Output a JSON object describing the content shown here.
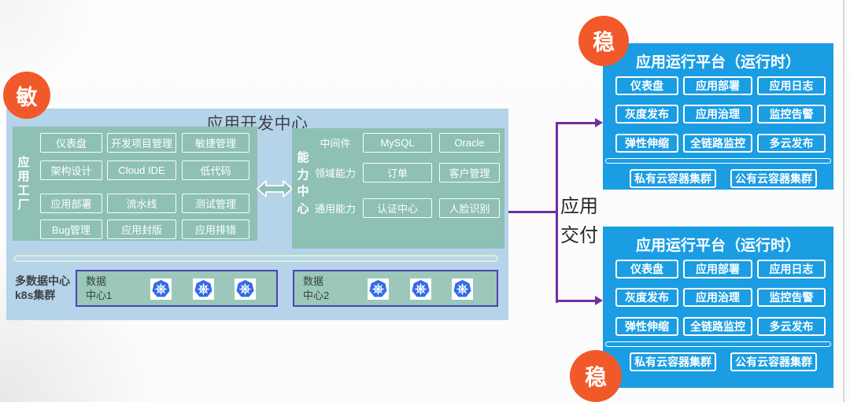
{
  "colors": {
    "dev_panel_bg": "#b5d3e9",
    "teal_box_bg": "#8ec0b5",
    "cluster_box_bg": "#9cc7bb",
    "cluster_box_border": "#4c43ae",
    "runtime_panel_bg": "#1a9de3",
    "badge_orange": "#f1592a",
    "connector_purple": "#7030a0",
    "divider_green": "#d9eed8",
    "kubernetes_blue": "#326ce5"
  },
  "badges": {
    "agile": "敏",
    "stable_top": "稳",
    "stable_bottom": "稳"
  },
  "dev_center": {
    "title": "应用开发中心",
    "factory": {
      "label": "应用工厂",
      "buttons": [
        "仪表盘",
        "开发项目管理",
        "敏捷管理",
        "架构设计",
        "Cloud IDE",
        "低代码",
        "应用部署",
        "流水线",
        "测试管理",
        "Bug管理",
        "应用封版",
        "应用排错"
      ]
    },
    "capability": {
      "label": "能力中心",
      "rows": [
        {
          "label": "中间件",
          "buttons": [
            "MySQL",
            "Oracle"
          ]
        },
        {
          "label": "领域能力",
          "buttons": [
            "订单",
            "客户管理"
          ]
        },
        {
          "label": "通用能力",
          "buttons": [
            "认证中心",
            "人脸识别"
          ]
        }
      ]
    },
    "multi_dc": {
      "label_line1": "多数据中心",
      "label_line2": "k8s集群",
      "clusters": [
        {
          "name_line1": "数据",
          "name_line2": "中心1",
          "node_count": 3
        },
        {
          "name_line1": "数据",
          "name_line2": "中心2",
          "node_count": 3
        }
      ]
    }
  },
  "delivery": {
    "label_line1": "应用",
    "label_line2": "交付"
  },
  "runtime_platforms": [
    {
      "title": "应用运行平台（运行时）",
      "buttons": [
        "仪表盘",
        "应用部署",
        "应用日志",
        "灰度发布",
        "应用治理",
        "监控告警",
        "弹性伸缩",
        "全链路监控",
        "多云发布"
      ],
      "clusters": [
        "私有云容器集群",
        "公有云容器集群"
      ]
    },
    {
      "title": "应用运行平台（运行时）",
      "buttons": [
        "仪表盘",
        "应用部署",
        "应用日志",
        "灰度发布",
        "应用治理",
        "监控告警",
        "弹性伸缩",
        "全链路监控",
        "多云发布"
      ],
      "clusters": [
        "私有云容器集群",
        "公有云容器集群"
      ]
    }
  ]
}
